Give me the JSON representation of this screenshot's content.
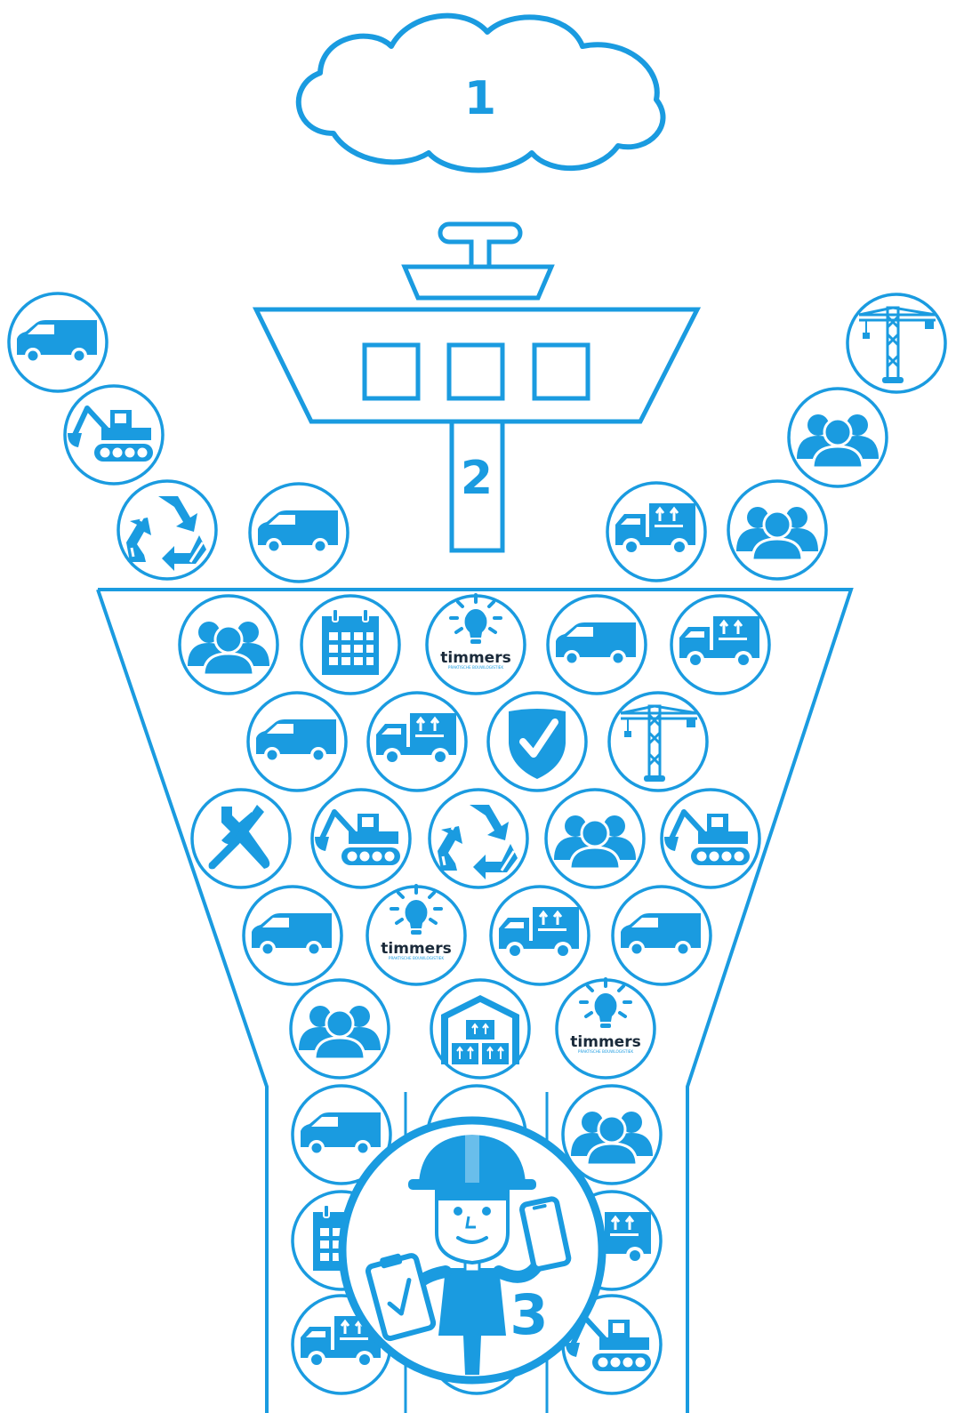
{
  "colors": {
    "primary": "#1a9be0",
    "background": "#ffffff",
    "logo_text": "#1a2a3a",
    "skin": "#ffffff"
  },
  "labels": {
    "cloud": "1",
    "tower": "2",
    "worker": "3"
  },
  "logo": {
    "brand": "timmers",
    "tagline": "PRAKTISCHE BOUWLOGISTIEK"
  },
  "icons": {
    "outside_left": [
      "van-icon",
      "excavator-icon",
      "recycle-icon",
      "van-icon"
    ],
    "outside_right": [
      "crane-icon",
      "people-icon",
      "people-icon",
      "delivery-truck-icon"
    ],
    "funnel": [
      "people-icon",
      "calendar-icon",
      "timmers-logo-icon",
      "van-icon",
      "delivery-truck-icon",
      "van-icon",
      "delivery-truck-icon",
      "shield-check-icon",
      "crane-icon",
      "tools-icon",
      "excavator-icon",
      "recycle-icon",
      "people-icon",
      "excavator-icon",
      "van-icon",
      "timmers-logo-icon",
      "delivery-truck-icon",
      "van-icon",
      "people-icon",
      "warehouse-icon",
      "timmers-logo-icon"
    ],
    "chute": [
      "van-icon",
      "people-icon",
      "calendar-icon",
      "delivery-truck-icon",
      "delivery-truck-icon",
      "excavator-icon"
    ],
    "worker": "construction-worker-icon"
  }
}
